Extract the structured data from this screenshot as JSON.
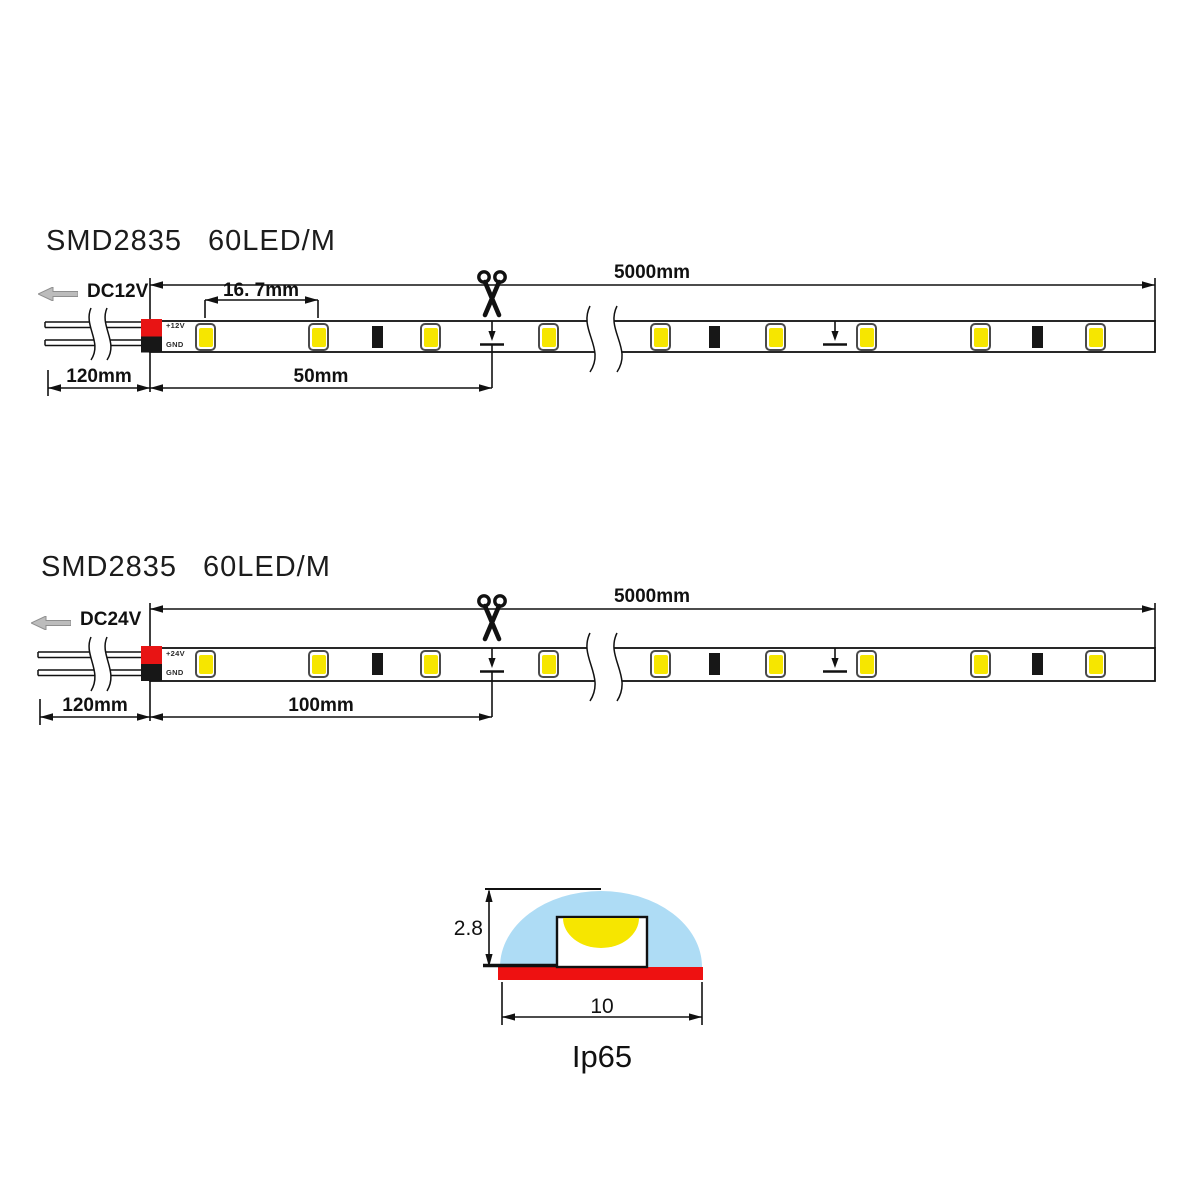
{
  "diagram_dc12": {
    "title_part1": "SMD2835",
    "title_part2": "60LED/M",
    "power_label": "DC12V",
    "terminal_positive": "+12V",
    "terminal_negative": "GND",
    "dim_led_pitch": "16. 7mm",
    "dim_reel_length": "5000mm",
    "dim_wire_length": "120mm",
    "dim_cut_unit": "50mm"
  },
  "diagram_dc24": {
    "title_part1": "SMD2835",
    "title_part2": "60LED/M",
    "power_label": "DC24V",
    "terminal_positive": "+24V",
    "terminal_negative": "GND",
    "dim_reel_length": "5000mm",
    "dim_wire_length": "120mm",
    "dim_cut_unit": "100mm"
  },
  "cross_section": {
    "dim_height": "2.8",
    "dim_width": "10",
    "rating_label": "Ip65"
  },
  "colors": {
    "led_yellow": "#f6e600",
    "terminal_red": "#e81414",
    "terminal_black": "#171717",
    "pcb_red": "#ee1111",
    "dome_blue": "#aedcf5",
    "arrow_gray": "#bcbcbc",
    "line_black": "#111111"
  }
}
